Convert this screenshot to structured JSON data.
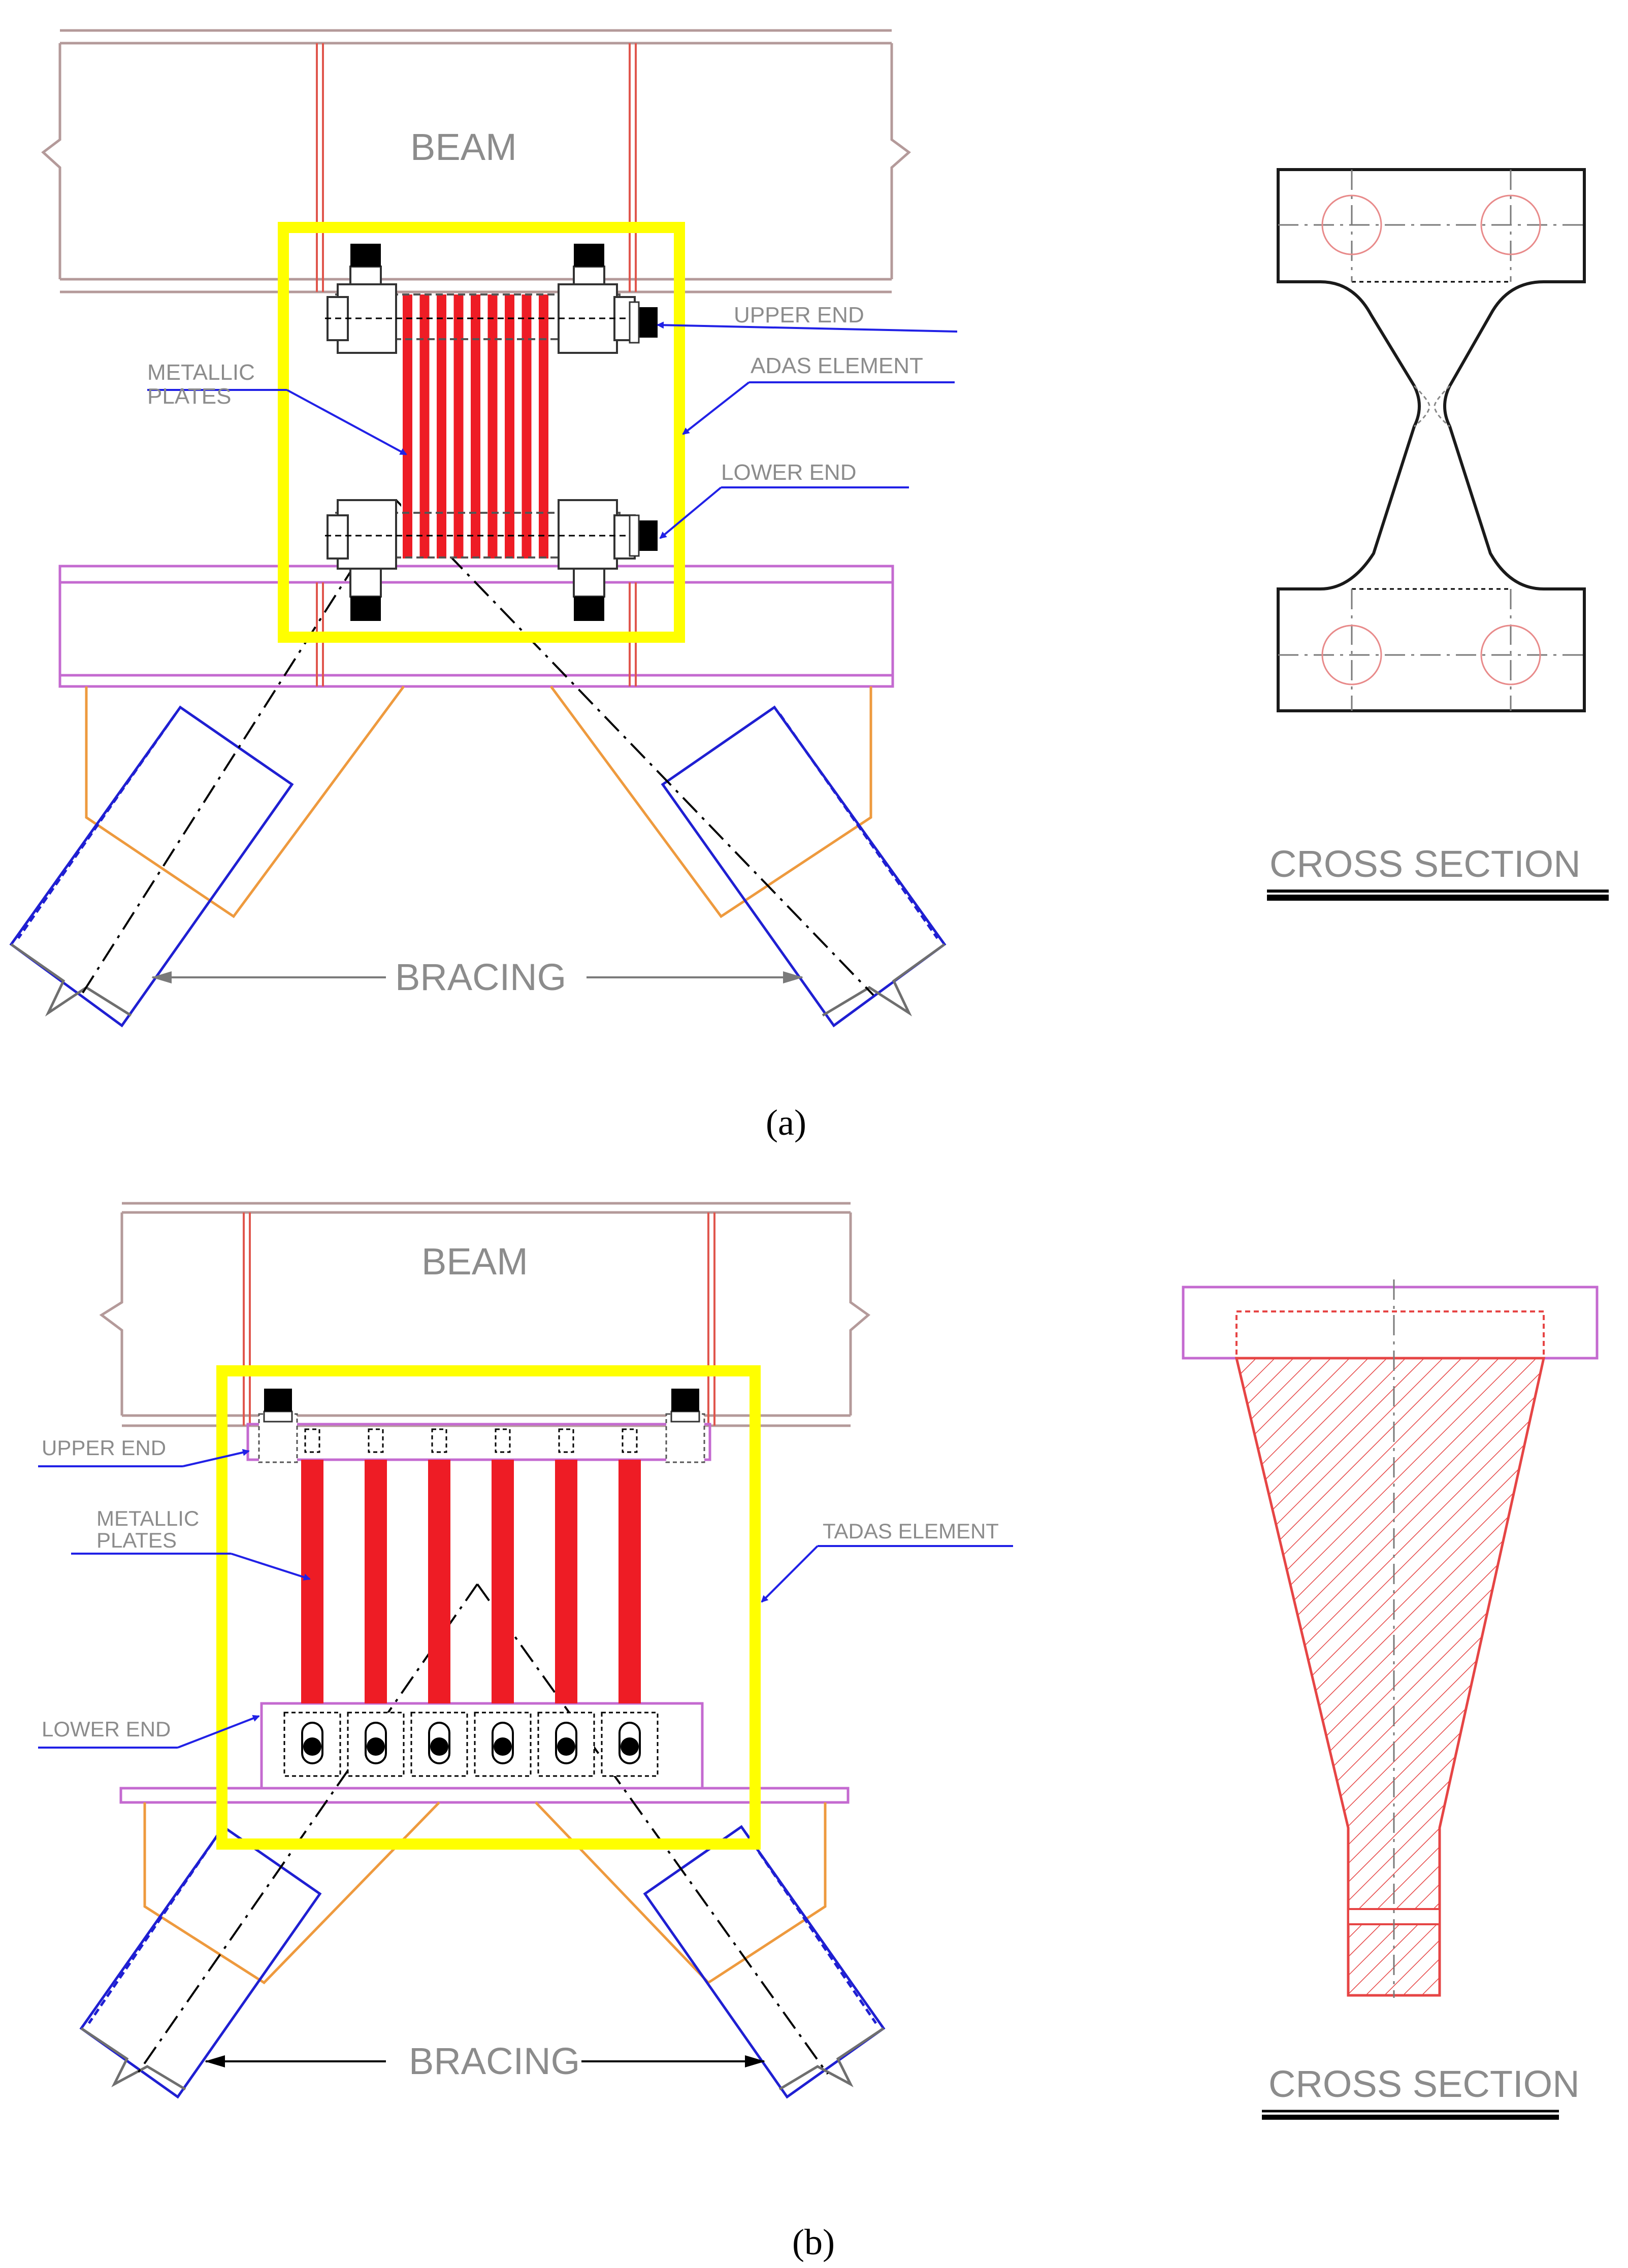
{
  "figure_a": {
    "caption": "(a)",
    "labels": {
      "beam": "BEAM",
      "upper_end": "UPPER END",
      "adas_element": "ADAS ELEMENT",
      "metallic_plates_1": "METALLIC",
      "metallic_plates_2": "PLATES",
      "lower_end": "LOWER END",
      "bracing": "BRACING",
      "cross_section": "CROSS SECTION"
    }
  },
  "figure_b": {
    "caption": "(b)",
    "labels": {
      "beam": "BEAM",
      "upper_end": "UPPER END",
      "tadas_element": "TADAS ELEMENT",
      "metallic_plates_1": "METALLIC",
      "metallic_plates_2": "PLATES",
      "lower_end": "LOWER END",
      "bracing": "BRACING",
      "cross_section": "CROSS SECTION"
    }
  },
  "colors": {
    "highlight_box": "#ffff00",
    "plates": "#ee1c25",
    "leader": "#2121e6",
    "bracing": "#1f1fd2",
    "gusset": "#ee9a3e"
  }
}
